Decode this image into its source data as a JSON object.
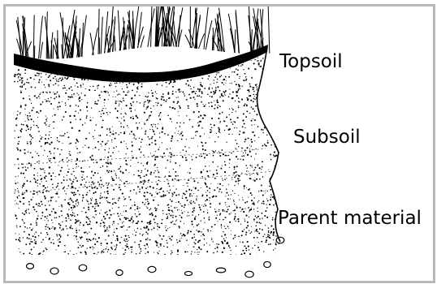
{
  "labels": {
    "topsoil": "Topsoil",
    "subsoil": "Subsoil",
    "parent_material": "Parent material"
  },
  "colors": {
    "frame": "#b9b9b9",
    "ink": "#000000",
    "background": "#ffffff"
  }
}
